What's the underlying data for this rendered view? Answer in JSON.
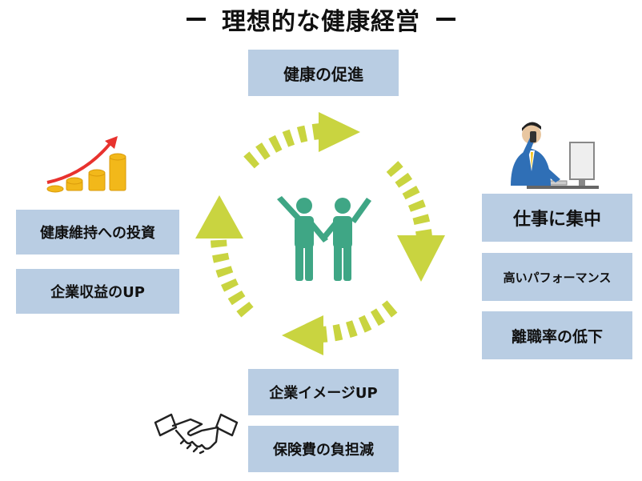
{
  "title": "理想的な健康経営",
  "boxes": {
    "top": "健康の促進",
    "left_1": "健康維持への投資",
    "left_2": "企業収益のUP",
    "right_1": "仕事に集中",
    "right_2": "高いパフォーマンス",
    "right_3": "離職率の低下",
    "bottom_1": "企業イメージUP",
    "bottom_2": "保険費の負担減"
  },
  "colors": {
    "box": "#b9cde3",
    "arrow": "#c9d440",
    "people": "#3fa685",
    "chart_arrow": "#e8322e",
    "coins": "#f2b81a"
  },
  "icons": [
    "coin-growth-icon",
    "office-worker-icon",
    "handshake-icon",
    "two-people-icon"
  ]
}
